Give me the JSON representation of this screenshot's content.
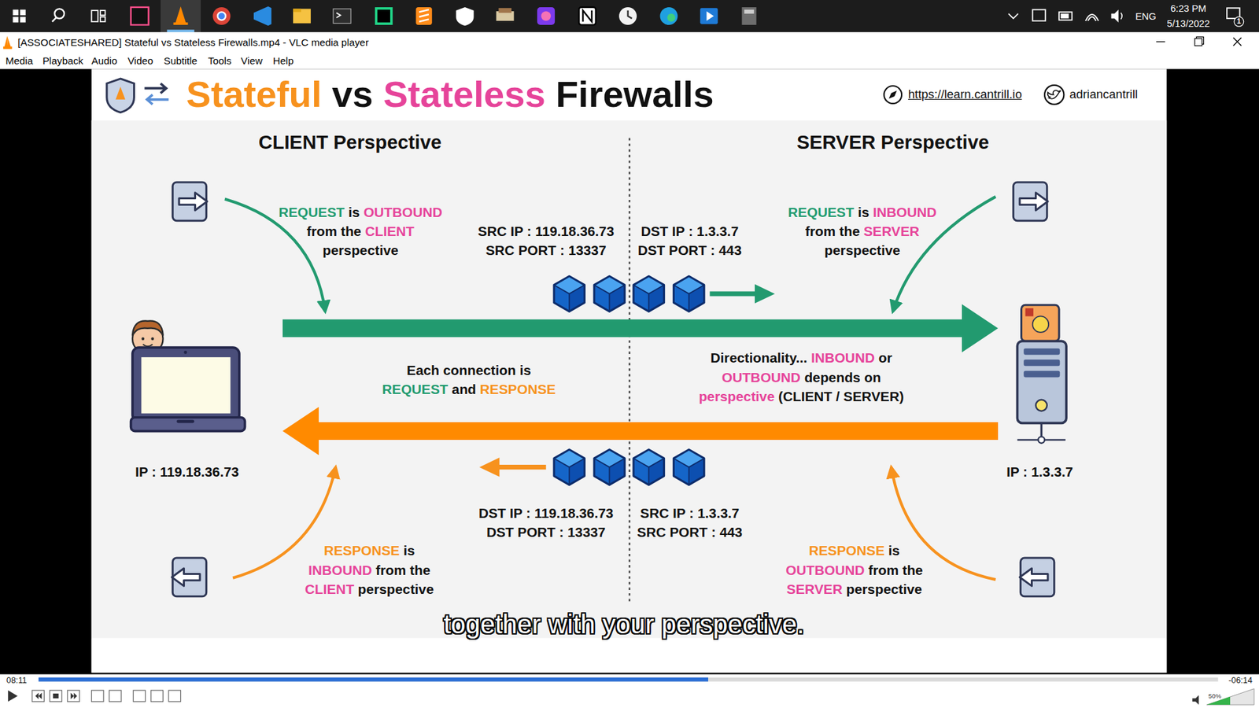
{
  "diagram": {
    "title": "Stateful vs Stateless Firewalls",
    "nodes": [
      {
        "text": [
          "IP : 119.18.36.73"
        ]
      },
      {
        "text": [
          "IP : 1.3.3.7"
        ]
      }
    ],
    "edges": [
      {
        "from": 0,
        "to": 1,
        "arrow": "to"
      },
      {
        "from": 1,
        "to": 0,
        "arrow": "to"
      }
    ],
    "labels": [
      "ENG",
      "6:23 PM",
      "5/13/2022",
      "1",
      "[ASSOCIATESHARED] Stateful vs Stateless Firewalls.mp4 - VLC media player",
      "Media",
      "Playback",
      "Audio",
      "Video",
      "Subtitle",
      "Tools",
      "View",
      "Help",
      "https://learn.cantrill.io",
      "adriancantrill",
      "CLIENT Perspective",
      "SERVER Perspective",
      "REQUEST is OUTBOUND from the CLIENT perspective",
      "SRC IP : 119.18.36.73 SRC PORT : 13337",
      "DST IP : 1.3.3.7 DST PORT : 443",
      "REQUEST is INBOUND from the SERVER perspective",
      "Each connection is REQUEST and RESPONSE",
      "Directionality... INBOUND or OUTBOUND depends on perspective (CLIENT / SERVER)",
      "DST IP : 119.18.36.73 DST PORT : 13337",
      "SRC IP : 1.3.3.7 SRC PORT : 443",
      "RESPONSE is INBOUND from the CLIENT perspective",
      "RESPONSE is OUTBOUND from the SERVER perspective",
      "together with your perspective.",
      "08:11",
      "-06:14",
      "50%"
    ]
  }
}
